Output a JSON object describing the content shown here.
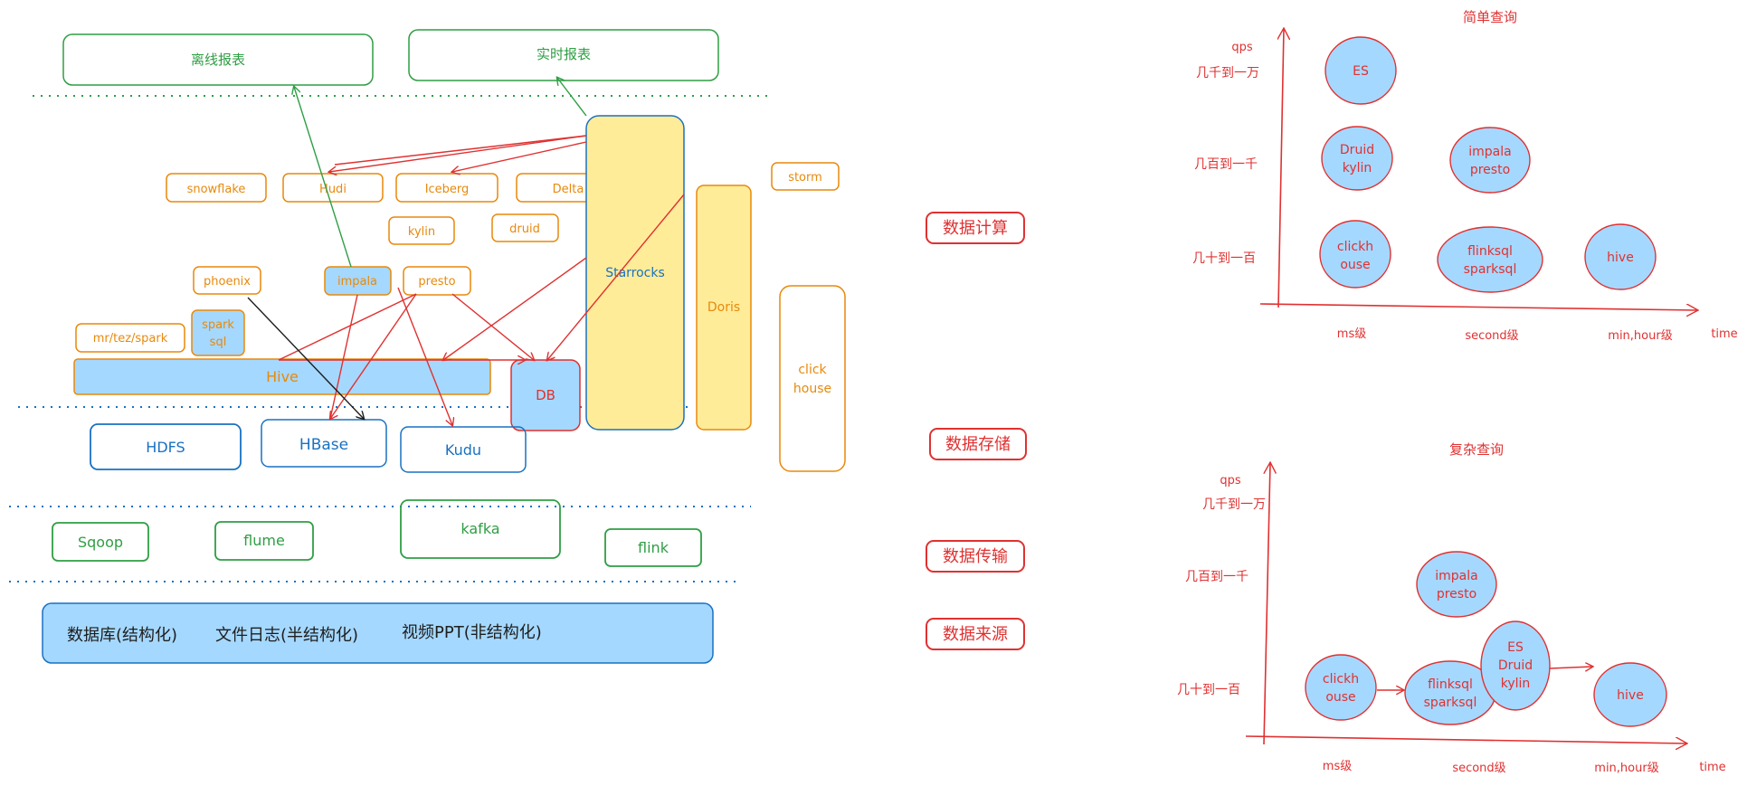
{
  "reports": {
    "offline": "离线报表",
    "realtime": "实时报表"
  },
  "compute": {
    "snowflake": "snowflake",
    "hudi": "Hudi",
    "iceberg": "Iceberg",
    "delta": "Delta",
    "storm": "storm",
    "kylin": "kylin",
    "druid": "druid",
    "phoenix": "phoenix",
    "impala": "impala",
    "presto": "presto",
    "mr": "mr/tez/spark",
    "spark_sql_1": "spark",
    "spark_sql_2": "sql",
    "hive": "Hive",
    "starrocks": "Starrocks",
    "doris": "Doris",
    "click_1": "click",
    "click_2": "house"
  },
  "storage": {
    "hdfs": "HDFS",
    "hbase": "HBase",
    "kudu": "Kudu",
    "db": "DB"
  },
  "transfer": {
    "sqoop": "Sqoop",
    "flume": "flume",
    "kafka": "kafka",
    "flink": "flink"
  },
  "sources": {
    "structured": "数据库(结构化)",
    "semi": "文件日志(半结构化)",
    "unstructured": "视频PPT(非结构化)"
  },
  "layers": {
    "compute": "数据计算",
    "storage": "数据存储",
    "transfer": "数据传输",
    "source": "数据来源"
  },
  "simple_query": {
    "title": "简单查询",
    "y_axis": "qps",
    "x_axis": "time",
    "y_levels": [
      "几千到一万",
      "几百到一千",
      "几十到一百"
    ],
    "x_levels": [
      "ms级",
      "second级",
      "min,hour级"
    ],
    "nodes": {
      "es": "ES",
      "druid_kylin_1": "Druid",
      "druid_kylin_2": "kylin",
      "impala_presto_1": "impala",
      "impala_presto_2": "presto",
      "clickhouse_1": "clickh",
      "clickhouse_2": "ouse",
      "flink_spark_1": "flinksql",
      "flink_spark_2": "sparksql",
      "hive": "hive"
    }
  },
  "complex_query": {
    "title": "复杂查询",
    "y_axis": "qps",
    "x_axis": "time",
    "y_levels": [
      "几千到一万",
      "几百到一千",
      "几十到一百"
    ],
    "x_levels": [
      "ms级",
      "second级",
      "min,hour级"
    ],
    "nodes": {
      "impala_presto_1": "impala",
      "impala_presto_2": "presto",
      "clickhouse_1": "clickh",
      "clickhouse_2": "ouse",
      "flink_spark_1": "flinksql",
      "flink_spark_2": "sparksql",
      "es_druid_kylin_1": "ES",
      "es_druid_kylin_2": "Druid",
      "es_druid_kylin_3": "kylin",
      "hive": "hive"
    }
  },
  "colors": {
    "green": "#2f9e44",
    "orange": "#e8890c",
    "blue": "#1971c2",
    "red": "#e03131",
    "fill_blue": "#a5d8ff",
    "fill_yellow": "#ffec99"
  }
}
